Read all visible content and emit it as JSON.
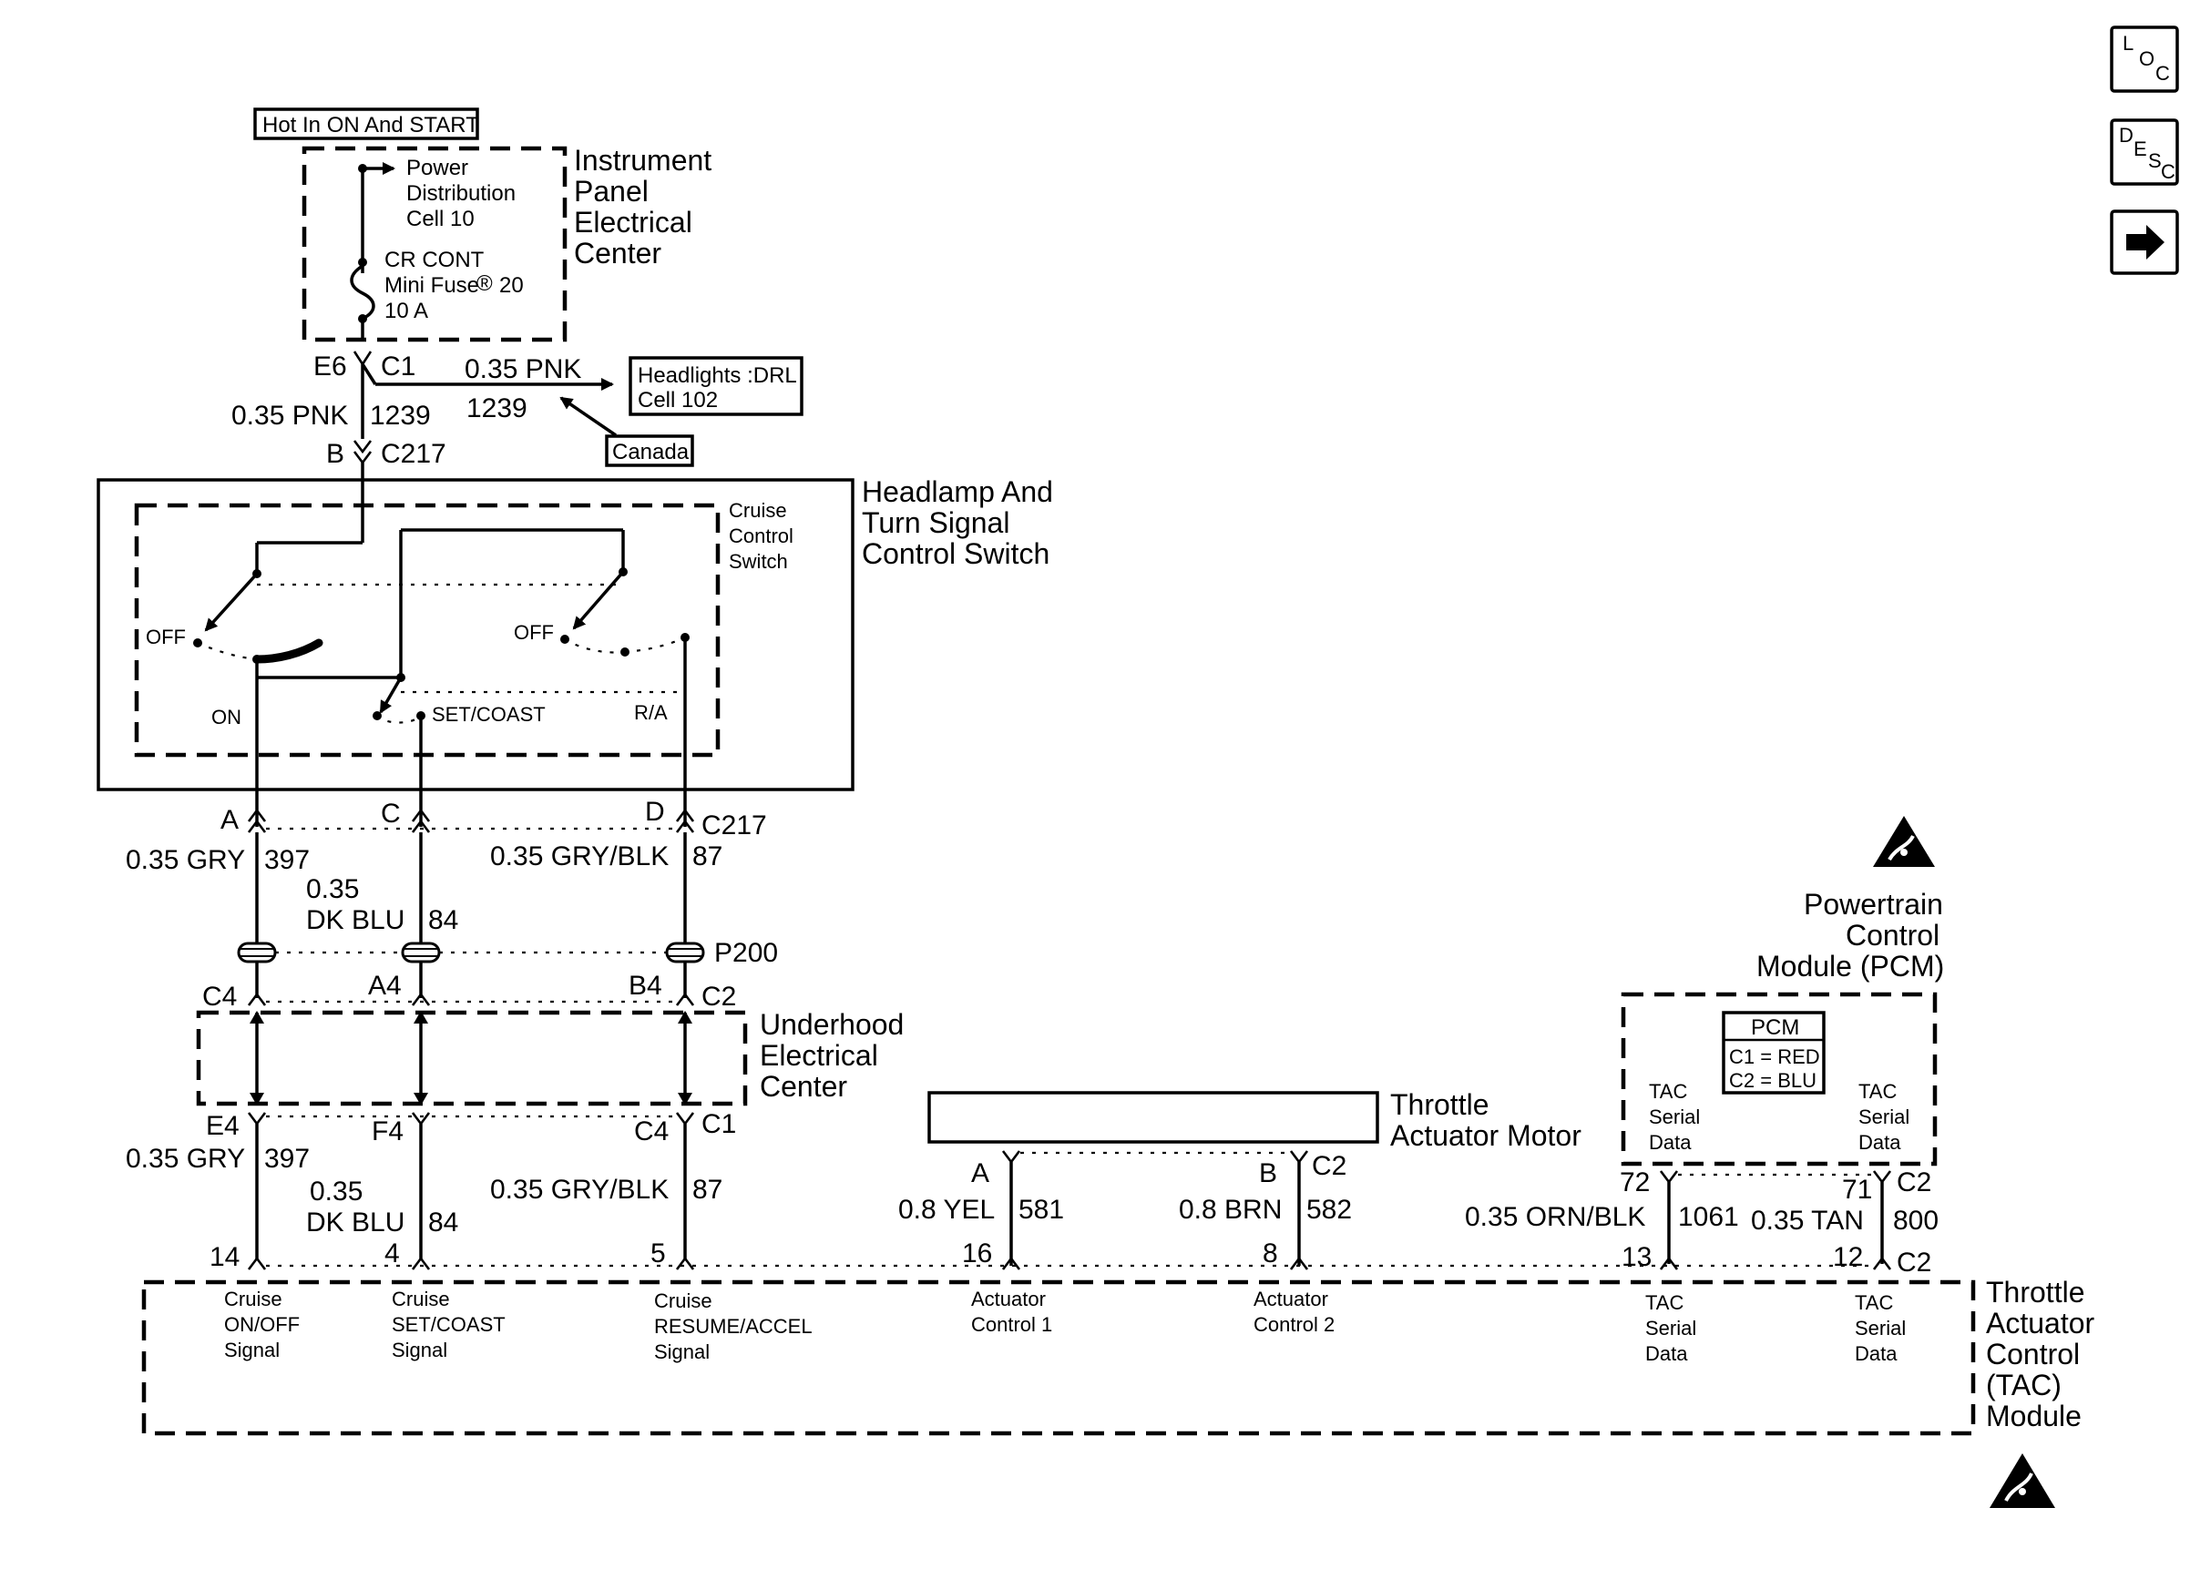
{
  "nav": {
    "loc": {
      "a": "L",
      "b": "O",
      "c": "C"
    },
    "desc": {
      "a": "D",
      "b": "E",
      "c": "S",
      "d": "C"
    }
  },
  "power": {
    "hot_label": "Hot In ON And START",
    "pdc_line1": "Power",
    "pdc_line2": "Distribution",
    "pdc_line3": "Cell 10",
    "fuse_line1": "CR CONT",
    "fuse_line2a": "Mini Fuse",
    "fuse_reg": "®",
    "fuse_line2b": "20",
    "fuse_line3": "10 A",
    "ipec_line1": "Instrument",
    "ipec_line2": "Panel",
    "ipec_line3": "Electrical",
    "ipec_line4": "Center",
    "pin_e6": "E6",
    "conn_c1": "C1",
    "wire_h_color": "0.35 PNK",
    "wire_h_circuit": "1239",
    "wire_v_color": "0.35 PNK",
    "wire_v_circuit": "1239",
    "headlights_line1": "Headlights :DRL",
    "headlights_line2": "Cell 102",
    "canada": "Canada",
    "pin_b": "B",
    "conn_c217": "C217"
  },
  "switch": {
    "title_line1": "Headlamp And",
    "title_line2": "Turn Signal",
    "title_line3": "Control Switch",
    "cruise_line1": "Cruise",
    "cruise_line2": "Control",
    "cruise_line3": "Switch",
    "off_left": "OFF",
    "off_right": "OFF",
    "on": "ON",
    "set_coast": "SET/COAST",
    "ra": "R/A"
  },
  "c217_row": {
    "pin_a": "A",
    "pin_c": "C",
    "pin_d": "D",
    "conn": "C217",
    "w1_color": "0.35 GRY",
    "w1_circuit": "397",
    "w2_color_a": "0.35",
    "w2_color_b": "DK BLU",
    "w2_circuit": "84",
    "w3_color": "0.35 GRY/BLK",
    "w3_circuit": "87",
    "splice": "P200"
  },
  "uec": {
    "pin_c4": "C4",
    "pin_a4": "A4",
    "pin_b4": "B4",
    "conn_c2": "C2",
    "title_line1": "Underhood",
    "title_line2": "Electrical",
    "title_line3": "Center",
    "pin_e4": "E4",
    "pin_f4": "F4",
    "pin_c4b": "C4",
    "conn_c1": "C1"
  },
  "lower_wires": {
    "w1_color": "0.35 GRY",
    "w1_circuit": "397",
    "w2_color_a": "0.35",
    "w2_color_b": "DK BLU",
    "w2_circuit": "84",
    "w3_color": "0.35 GRY/BLK",
    "w3_circuit": "87"
  },
  "motor": {
    "title_line1": "Throttle",
    "title_line2": "Actuator Motor",
    "pin_a": "A",
    "pin_b": "B",
    "conn": "C2",
    "w1_color": "0.8 YEL",
    "w1_circuit": "581",
    "w2_color": "0.8 BRN",
    "w2_circuit": "582"
  },
  "pcm": {
    "title_line1": "Powertrain",
    "title_line2": "Control",
    "title_line3": "Module (PCM)",
    "box_title": "PCM",
    "box_c1": "C1 = RED",
    "box_c2": "C2 = BLU",
    "left_line1": "TAC",
    "left_line2": "Serial",
    "left_line3": "Data",
    "right_line1": "TAC",
    "right_line2": "Serial",
    "right_line3": "Data",
    "pin_72": "72",
    "pin_71": "71",
    "conn_c2": "C2",
    "w1_color": "0.35 ORN/BLK",
    "w1_circuit": "1061",
    "w2_color": "0.35 TAN",
    "w2_circuit": "800"
  },
  "tac": {
    "pins": {
      "p14": "14",
      "p4": "4",
      "p5": "5",
      "p16": "16",
      "p8": "8",
      "p13": "13",
      "p12": "12",
      "conn": "C2"
    },
    "title_line1": "Throttle",
    "title_line2": "Actuator",
    "title_line3": "Control",
    "title_line4": "(TAC)",
    "title_line5": "Module",
    "s1_line1": "Cruise",
    "s1_line2": "ON/OFF",
    "s1_line3": "Signal",
    "s2_line1": "Cruise",
    "s2_line2": "SET/COAST",
    "s2_line3": "Signal",
    "s3_line1": "Cruise",
    "s3_line2": "RESUME/ACCEL",
    "s3_line3": "Signal",
    "s4_line1": "Actuator",
    "s4_line2": "Control 1",
    "s5_line1": "Actuator",
    "s5_line2": "Control 2",
    "s6_line1": "TAC",
    "s6_line2": "Serial",
    "s6_line3": "Data",
    "s7_line1": "TAC",
    "s7_line2": "Serial",
    "s7_line3": "Data"
  }
}
